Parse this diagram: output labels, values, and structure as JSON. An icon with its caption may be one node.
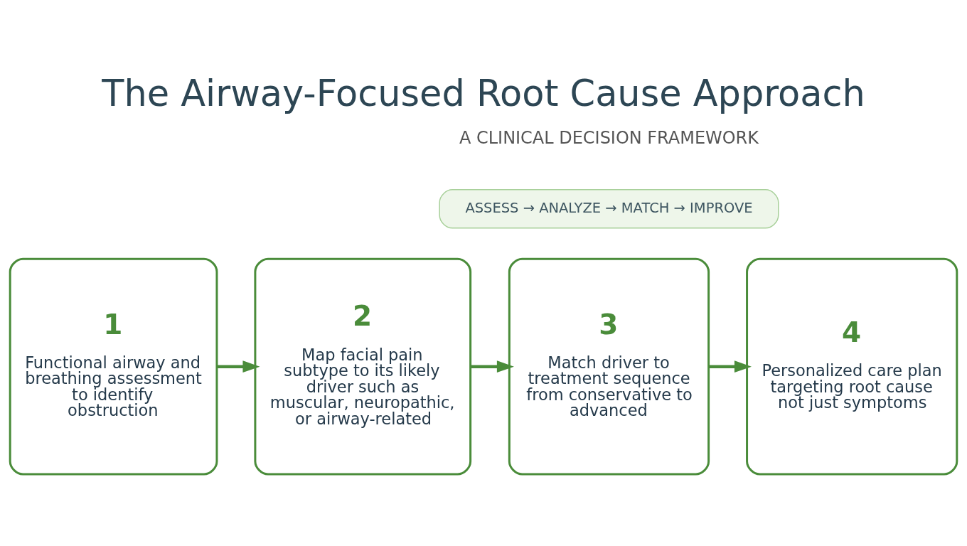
{
  "diagram": {
    "title": "The Airway-Focused Root Cause Approach",
    "nodes": [
      {
        "text": [
          "ASSESS → ANALYZE → MATCH → IMPROVE"
        ]
      },
      {
        "text": [
          "1",
          "Functional airway and breathing assessment to identify obstruction"
        ]
      },
      {
        "text": [
          "2",
          "Map facial pain subtype to its likely driver such as muscular, neuropathic, or airway-related"
        ]
      },
      {
        "text": [
          "3",
          "Match driver to treatment sequence from conservative to advanced"
        ]
      },
      {
        "text": [
          "4",
          "Personalized care plan targeting root cause not just symptoms"
        ]
      }
    ],
    "edges": [
      {
        "from": 1,
        "to": 2,
        "arrow": "to"
      },
      {
        "from": 2,
        "to": 3,
        "arrow": "to"
      },
      {
        "from": 3,
        "to": 4,
        "arrow": "to"
      }
    ],
    "labels": [
      "A CLINICAL DECISION FRAMEWORK"
    ]
  }
}
